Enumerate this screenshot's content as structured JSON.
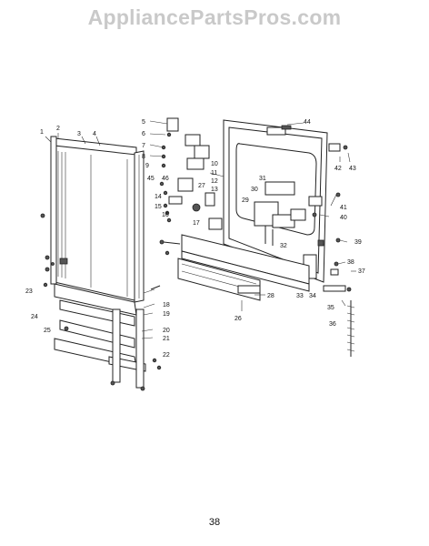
{
  "header": {
    "watermark": "AppliancePartsPros.com"
  },
  "footer": {
    "page_number": "38"
  },
  "callouts": [
    "1",
    "2",
    "3",
    "4",
    "5",
    "6",
    "7",
    "8",
    "9",
    "10",
    "11",
    "12",
    "13",
    "14",
    "15",
    "16",
    "17",
    "18",
    "19",
    "20",
    "21",
    "22",
    "23",
    "24",
    "25",
    "26",
    "27",
    "28",
    "29",
    "30",
    "31",
    "32",
    "33",
    "34",
    "35",
    "36",
    "37",
    "38",
    "39",
    "40",
    "41",
    "42",
    "43",
    "44",
    "45",
    "46"
  ],
  "diagram": {
    "labels": [
      {
        "id": "l1",
        "text": "1"
      },
      {
        "id": "l2",
        "text": "2"
      },
      {
        "id": "l3",
        "text": "3"
      },
      {
        "id": "l4",
        "text": "4"
      },
      {
        "id": "l5",
        "text": "5"
      },
      {
        "id": "l6",
        "text": "6"
      },
      {
        "id": "l7",
        "text": "7"
      },
      {
        "id": "l8",
        "text": "8"
      },
      {
        "id": "l9",
        "text": "9"
      },
      {
        "id": "l10",
        "text": "10"
      },
      {
        "id": "l11",
        "text": "11"
      },
      {
        "id": "l12",
        "text": "12"
      },
      {
        "id": "l13",
        "text": "13"
      },
      {
        "id": "l14",
        "text": "14"
      },
      {
        "id": "l15",
        "text": "15"
      },
      {
        "id": "l16",
        "text": "16"
      },
      {
        "id": "l17",
        "text": "17"
      },
      {
        "id": "l18",
        "text": "18"
      },
      {
        "id": "l19",
        "text": "19"
      },
      {
        "id": "l20",
        "text": "20"
      },
      {
        "id": "l21",
        "text": "21"
      },
      {
        "id": "l22",
        "text": "22"
      },
      {
        "id": "l23",
        "text": "23"
      },
      {
        "id": "l24",
        "text": "24"
      },
      {
        "id": "l25",
        "text": "25"
      },
      {
        "id": "l26",
        "text": "26"
      },
      {
        "id": "l27",
        "text": "27"
      },
      {
        "id": "l28",
        "text": "28"
      },
      {
        "id": "l29",
        "text": "29"
      },
      {
        "id": "l30",
        "text": "30"
      },
      {
        "id": "l31",
        "text": "31"
      },
      {
        "id": "l32",
        "text": "32"
      },
      {
        "id": "l33",
        "text": "33"
      },
      {
        "id": "l34",
        "text": "34"
      },
      {
        "id": "l35",
        "text": "35"
      },
      {
        "id": "l36",
        "text": "36"
      },
      {
        "id": "l37",
        "text": "37"
      },
      {
        "id": "l38",
        "text": "38"
      },
      {
        "id": "l39",
        "text": "39"
      },
      {
        "id": "l40",
        "text": "40"
      },
      {
        "id": "l41",
        "text": "41"
      },
      {
        "id": "l42",
        "text": "42"
      },
      {
        "id": "l43",
        "text": "43"
      },
      {
        "id": "l44",
        "text": "44"
      },
      {
        "id": "l45",
        "text": "45"
      },
      {
        "id": "l46",
        "text": "46"
      }
    ]
  }
}
